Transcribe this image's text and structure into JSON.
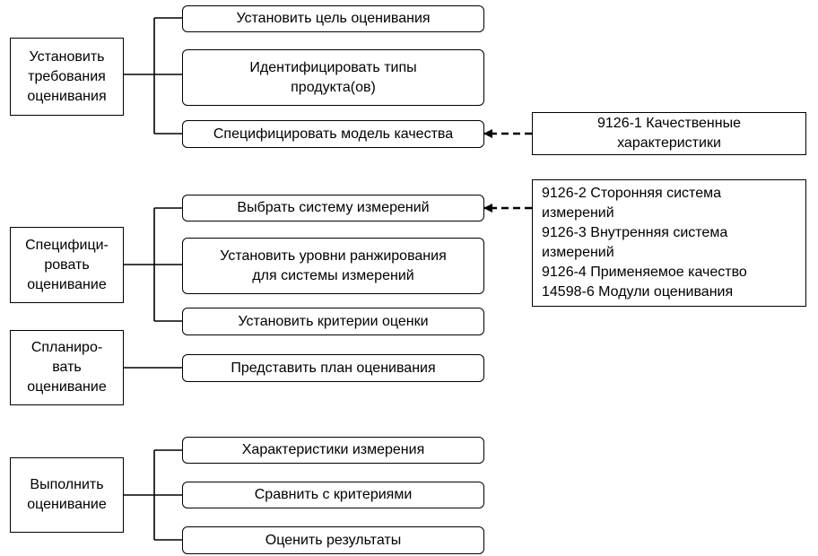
{
  "phases": [
    {
      "label": "Установить\nтребования\nоценивания"
    },
    {
      "label": "Специфици-\nровать\nоценивание"
    },
    {
      "label": "Спланиро-\nвать\nоценивание"
    },
    {
      "label": "Выполнить\nоценивание"
    }
  ],
  "steps": [
    {
      "label": "Установить цель оценивания"
    },
    {
      "label": "Идентифицировать типы\nпродукта(ов)"
    },
    {
      "label": "Специфицировать модель качества"
    },
    {
      "label": "Выбрать систему измерений"
    },
    {
      "label": "Установить уровни ранжирования\nдля системы измерений"
    },
    {
      "label": "Установить критерии оценки"
    },
    {
      "label": "Представить план оценивания"
    },
    {
      "label": "Характеристики измерения"
    },
    {
      "label": "Сравнить с критериями"
    },
    {
      "label": "Оценить результаты"
    }
  ],
  "standards": [
    {
      "label": "9126-1 Качественные\nхарактеристики"
    },
    {
      "label": "9126-2 Сторонняя система\nизмерений\n9126-3 Внутренняя система\nизмерений\n9126-4 Применяемое качество\n14598-6 Модули оценивания"
    }
  ]
}
